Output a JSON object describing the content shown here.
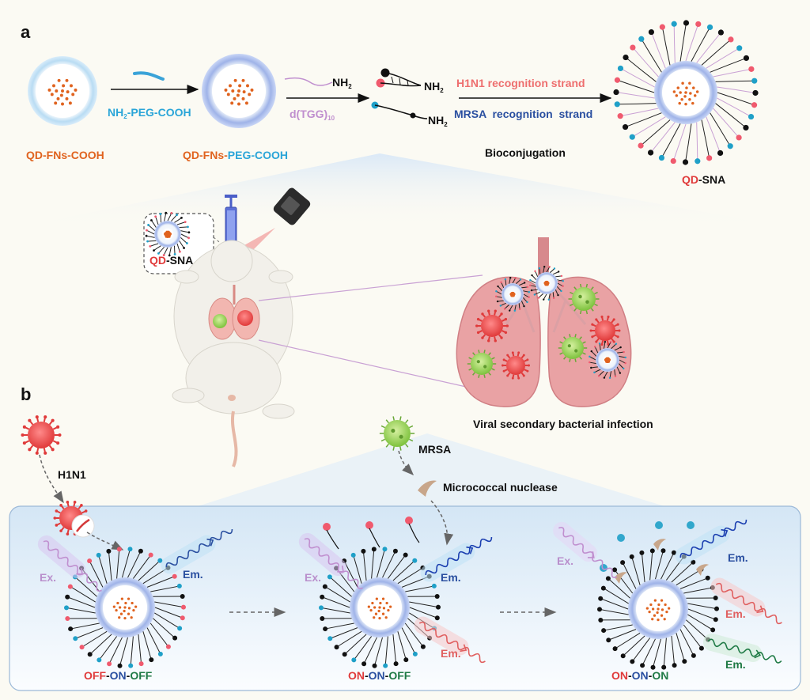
{
  "panel_a": {
    "letter": "a",
    "np1_label": "QD-FNs-COOH",
    "peg_reagent_pre": "NH",
    "peg_reagent_sub": "2",
    "peg_reagent_post": "-PEG-COOH",
    "np2_label_1": "QD-FNs-",
    "np2_label_2": "PEG-COOH",
    "linker_nh": "NH",
    "linker_nh_sub": "2",
    "linker_seq_pre": "d(TGG)",
    "linker_seq_sub": "10",
    "strand1_nh": "NH",
    "strand1_nh_sub": "2",
    "strand2_nh": "NH",
    "strand2_nh_sub": "2",
    "h1n1_strand": "H1N1 recognition strand",
    "mrsa_strand": "MRSA  recognition  strand",
    "bioconjugation": "Bioconjugation",
    "qd_sna_1": "QD",
    "qd_sna_2": "-SNA"
  },
  "middle": {
    "inset_qd": "QD",
    "inset_sna": "-SNA",
    "infection_caption": "Viral secondary bacterial infection"
  },
  "panel_b": {
    "letter": "b",
    "h1n1": "H1N1",
    "mrsa": "MRSA",
    "nuclease": "Micrococcal nuclease",
    "ex": "Ex.",
    "em": "Em.",
    "state1": [
      "OFF",
      "-",
      "ON",
      "-",
      "OFF"
    ],
    "state2": [
      "ON",
      "-",
      "ON",
      "-",
      "OFF"
    ],
    "state3": [
      "ON",
      "-",
      "ON",
      "-",
      "ON"
    ]
  },
  "colors": {
    "orange": "#e0631f",
    "cyan": "#2aa5d8",
    "red": "#e03a3a",
    "navy": "#2a4fa0",
    "green": "#1f7a45",
    "lilac": "#c08fcf",
    "pink_dot": "#f05a6e",
    "blue_dot": "#1fa0c8"
  }
}
